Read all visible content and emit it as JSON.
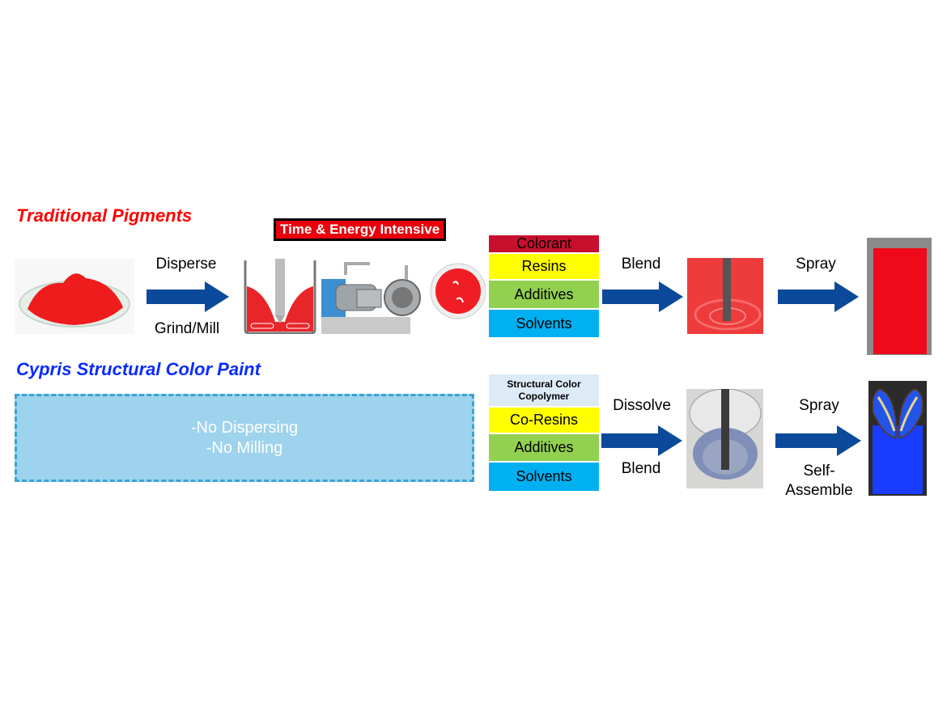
{
  "traditional": {
    "title": "Traditional Pigments",
    "badge": "Time & Energy Intensive",
    "step1_top": "Disperse",
    "step1_bottom": "Grind/Mill",
    "stack": [
      {
        "label": "Colorant",
        "color": "#c8102e"
      },
      {
        "label": "Resins",
        "color": "#ffff00"
      },
      {
        "label": "Additives",
        "color": "#92d050"
      },
      {
        "label": "Solvents",
        "color": "#00b0f0"
      }
    ],
    "step2": "Blend",
    "step3": "Spray",
    "images": {
      "powder": "red-pigment-powder-photo",
      "mill_diagram": "bead-mill-diagram",
      "mill_machine": "mill-machine-photo",
      "dish": "red-paste-dish-photo",
      "blend": "red-paint-mixing-photo",
      "panel": "red-sprayed-panel-photo"
    }
  },
  "cypris": {
    "title": "Cypris Structural Color Paint",
    "no_steps": [
      "-No Dispersing",
      "-No Milling"
    ],
    "stack": [
      {
        "label": "Structural Color Copolymer",
        "color": "#ddebf7"
      },
      {
        "label": "Co-Resins",
        "color": "#ffff00"
      },
      {
        "label": "Additives",
        "color": "#92d050"
      },
      {
        "label": "Solvents",
        "color": "#00b0f0"
      }
    ],
    "step2_top": "Dissolve",
    "step2_bottom": "Blend",
    "step3_top": "Spray",
    "step3_bottom_1": "Self-",
    "step3_bottom_2": "Assemble",
    "images": {
      "blend": "blue-solution-mixing-photo",
      "panel": "blue-butterfly-panel-photo"
    }
  },
  "colors": {
    "traditional_title": "#ff0000",
    "cypris_title": "#0a2bff",
    "arrow": "#0b4a9a",
    "badge_bg": "#e8000b"
  }
}
